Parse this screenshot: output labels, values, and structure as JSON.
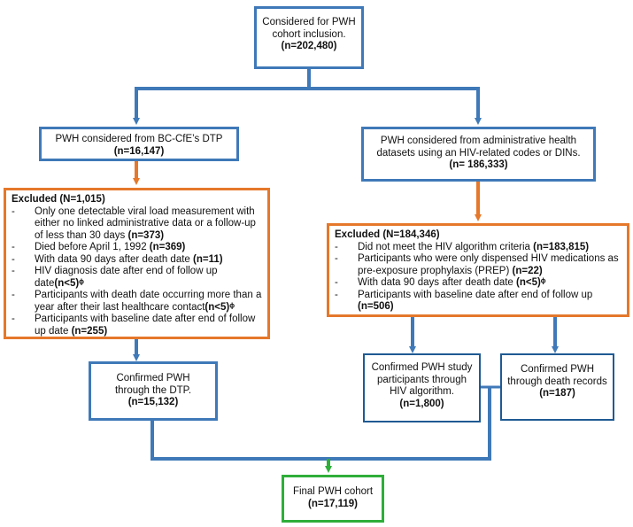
{
  "boxes": {
    "considered": {
      "text": "Considered for PWH cohort inclusion.",
      "n": "(n=202,480)"
    },
    "dtp": {
      "text": "PWH considered from BC-CfE’s DTP",
      "n": "(n=16,147)"
    },
    "admin": {
      "text": "PWH considered from administrative health datasets using an HIV-related codes or DINs.",
      "n": "(n= 186,333)"
    },
    "excluded_left": {
      "title": "Excluded (N=1,015)",
      "items": [
        {
          "text": "Only one detectable viral load measurement with either no linked administrative data or  a follow-up of less than 30 days ",
          "n": "(n=373)"
        },
        {
          "text": "Died before April 1, 1992 ",
          "n": "(n=369)"
        },
        {
          "text": "With data 90 days after death date ",
          "n": "(n=11)"
        },
        {
          "text": "HIV diagnosis date after end of follow up date",
          "n": "(n<5)ᶲ"
        },
        {
          "text": "Participants with death date occurring more than a year after their last healthcare contact",
          "n": "(n<5)ᶲ"
        },
        {
          "text": "Participants with baseline date after end of follow up date ",
          "n": "(n=255)"
        }
      ]
    },
    "excluded_right": {
      "title": "Excluded (N=184,346)",
      "items": [
        {
          "text": "Did not meet the HIV algorithm criteria ",
          "n": "(n=183,815)"
        },
        {
          "text": "Participants who were only dispensed HIV medications as pre-exposure prophylaxis (PREP) ",
          "n": "(n=22)"
        },
        {
          "text": "With data 90 days after death date ",
          "n": "(n<5)ᶲ"
        },
        {
          "text": "Participants with baseline date after end of follow up ",
          "n": "(n=506)"
        }
      ]
    },
    "confirmed_dtp": {
      "text": "Confirmed PWH through the DTP.",
      "n": "(n=15,132)"
    },
    "confirmed_algo": {
      "text": "Confirmed PWH study participants through HIV algorithm.",
      "n": "(n=1,800)"
    },
    "confirmed_death": {
      "text": "Confirmed PWH through death records",
      "n": "(n=187)"
    },
    "final": {
      "text": "Final PWH cohort",
      "n": "(n=17,119)"
    }
  },
  "colors": {
    "blue": "#3f79b8",
    "orange": "#e5782b",
    "green": "#2fae3a",
    "navy": "#1f5a93"
  }
}
